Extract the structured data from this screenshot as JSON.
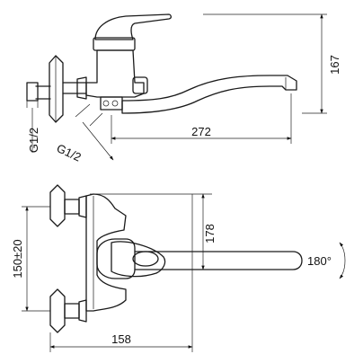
{
  "top_view": {
    "width_label": "272",
    "height_label": "167",
    "thread_label_vertical": "G1/2",
    "thread_label_angled": "G1/2"
  },
  "front_view": {
    "spacing_label": "150±20",
    "height_label": "178",
    "depth_label": "158",
    "rotation_label": "180°"
  }
}
